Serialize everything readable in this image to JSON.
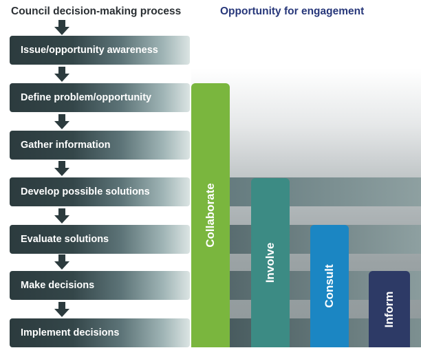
{
  "headers": {
    "process_title": "Council decision-making process",
    "engagement_title": "Opportunity for engagement"
  },
  "steps": [
    "Issue/opportunity awareness",
    "Define problem/opportunity",
    "Gather information",
    "Develop possible solutions",
    "Evaluate solutions",
    "Make decisions",
    "Implement decisions"
  ],
  "engagement_levels": [
    {
      "label": "Collaborate",
      "color": "#7ab63e"
    },
    {
      "label": "Involve",
      "color": "#3c8b84"
    },
    {
      "label": "Consult",
      "color": "#1b86c3"
    },
    {
      "label": "Inform",
      "color": "#2d3a66"
    }
  ],
  "arrow_color": "#2c3b3e",
  "band_colors": [
    "#3e5155",
    "#5d7478",
    "#8ea0a1"
  ]
}
